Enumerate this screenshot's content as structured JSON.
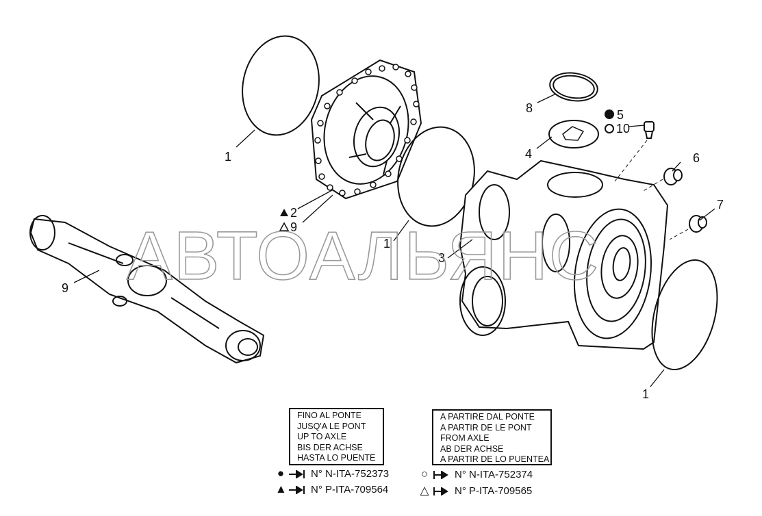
{
  "watermark": "АВТОАЛЬЯНС",
  "callouts": {
    "c1_top": "1",
    "c1_mid": "1",
    "c1_bottom": "1",
    "c2": "2",
    "c3": "3",
    "c4": "4",
    "c5": "5",
    "c6": "6",
    "c7": "7",
    "c8": "8",
    "c9_cover": "9",
    "c9_axle": "9",
    "c10": "10"
  },
  "legend_left": {
    "lines": [
      "FINO AL PONTE",
      "JUSQ'A LE PONT",
      "UP TO AXLE",
      "BIS DER ACHSE",
      "HASTA LO PUENTE"
    ],
    "serials": [
      {
        "symbol": "●",
        "text": "N° N-ITA-752373"
      },
      {
        "symbol": "▲",
        "text": "N° P-ITA-709564"
      }
    ]
  },
  "legend_right": {
    "lines": [
      "A PARTIRE DAL PONTE",
      "A PARTIR DE LE PONT",
      "FROM AXLE",
      "AB DER ACHSE",
      "A PARTIR DE LO PUENTEA"
    ],
    "serials": [
      {
        "symbol": "○",
        "text": "N° N-ITA-752374"
      },
      {
        "symbol": "△",
        "text": "N° P-ITA-709565"
      }
    ]
  }
}
